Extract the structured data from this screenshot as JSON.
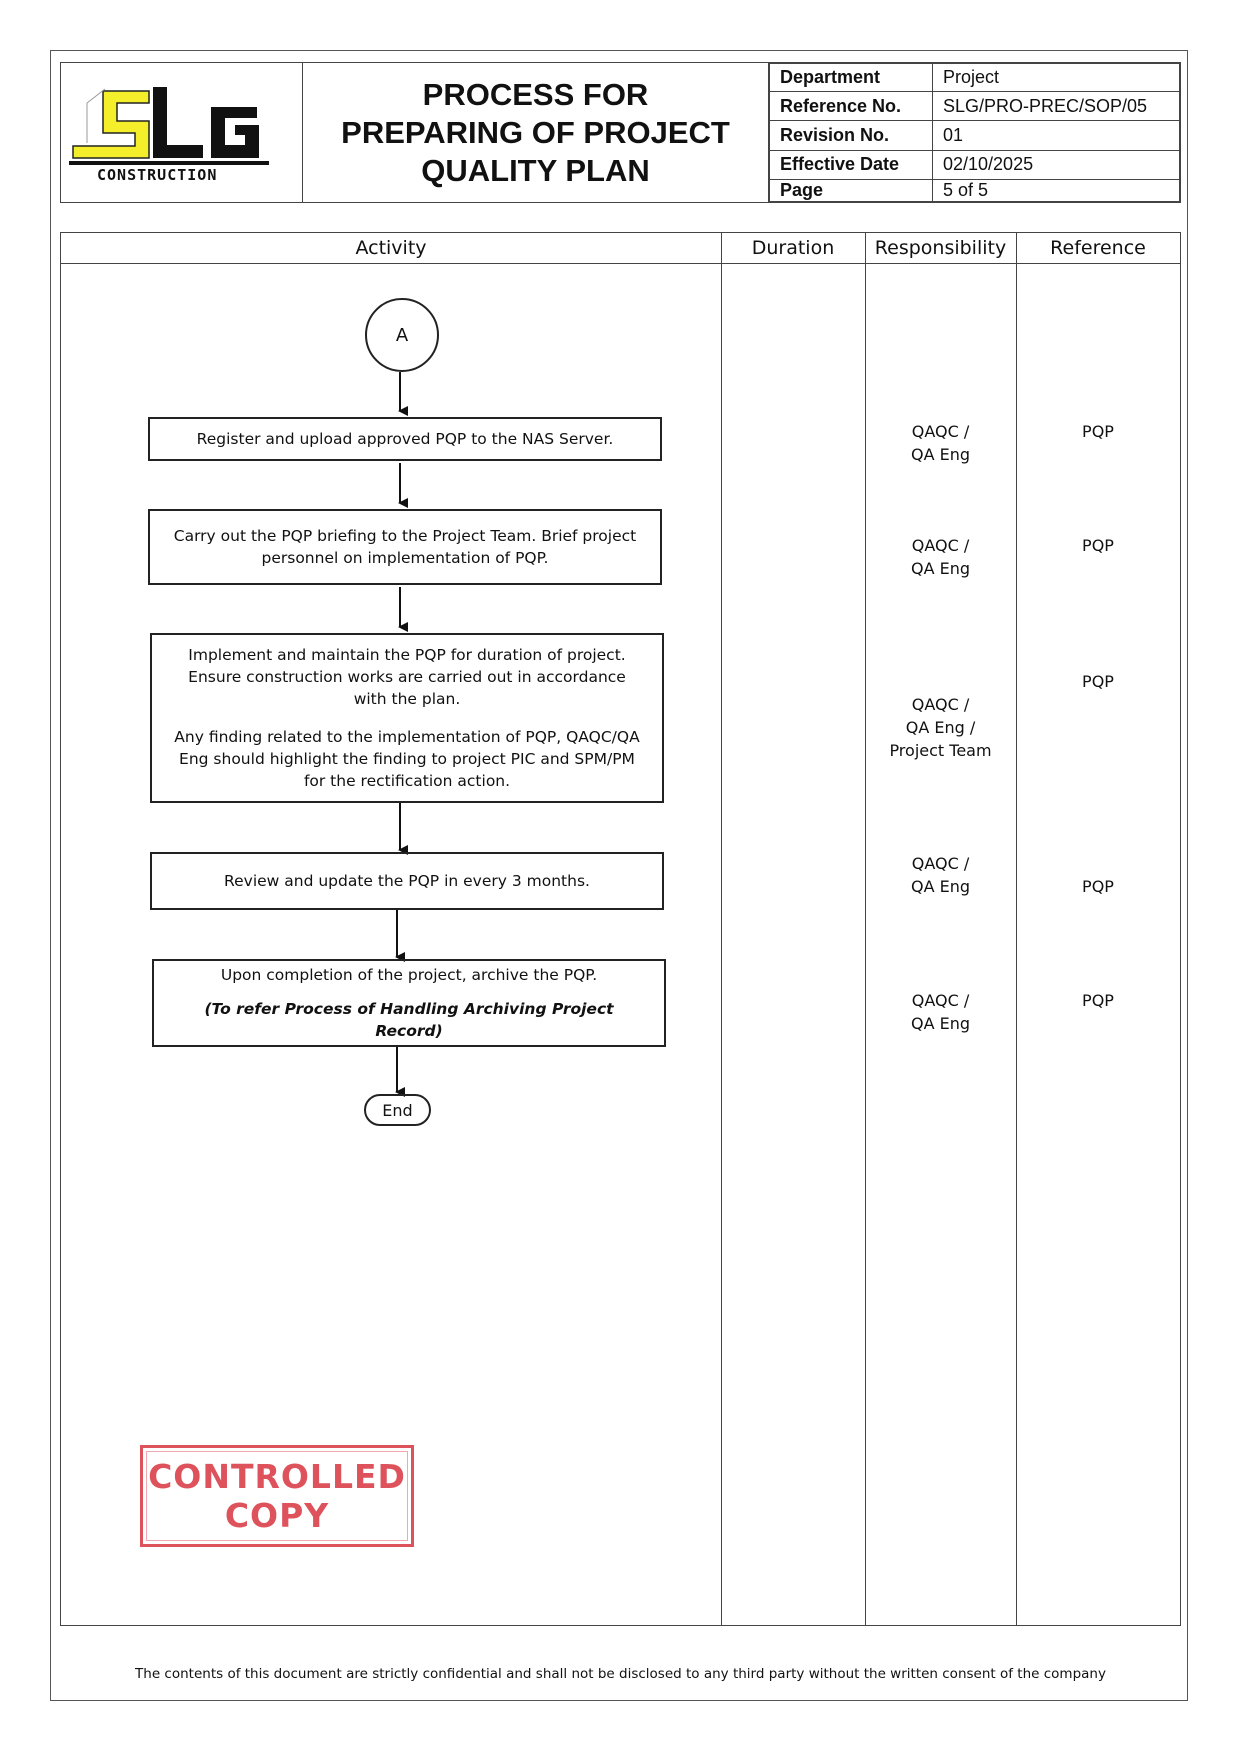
{
  "header": {
    "logo_text": "CONSTRUCTION",
    "logo_letters": "SLG",
    "title_lines": [
      "PROCESS FOR",
      "PREPARING OF PROJECT",
      "QUALITY PLAN"
    ],
    "meta": [
      {
        "label": "Department",
        "value": "Project"
      },
      {
        "label": "Reference No.",
        "value": "SLG/PRO-PREC/SOP/05"
      },
      {
        "label": "Revision No.",
        "value": "01"
      },
      {
        "label": "Effective Date",
        "value": "02/10/2025"
      },
      {
        "label": "Page",
        "value": "5 of 5"
      }
    ]
  },
  "columns": {
    "activity": "Activity",
    "duration": "Duration",
    "responsibility": "Responsibility",
    "reference": "Reference"
  },
  "flow": {
    "connector": "A",
    "steps": [
      {
        "text": "Register and upload approved PQP to the NAS Server.",
        "responsibility": "QAQC /\nQA Eng",
        "reference": "PQP"
      },
      {
        "text": "Carry out the PQP briefing to the Project Team. Brief project personnel on implementation of PQP.",
        "responsibility": "QAQC /\nQA Eng",
        "reference": "PQP"
      },
      {
        "text": "Implement and maintain the PQP for duration of project. Ensure construction works are carried out in accordance with the plan.",
        "text2": "Any finding related to the implementation of PQP, QAQC/QA Eng should highlight the finding to project PIC and SPM/PM for the rectification action.",
        "responsibility": "QAQC /\nQA Eng /\nProject Team",
        "reference": "PQP"
      },
      {
        "text": "Review and update the PQP in every 3 months.",
        "responsibility": "QAQC /\nQA Eng",
        "reference": "PQP"
      },
      {
        "text": "Upon completion of the project, archive the PQP.",
        "note": "(To refer Process of Handling Archiving Project Record)",
        "responsibility": "QAQC /\nQA Eng",
        "reference": "PQP"
      }
    ],
    "end": "End"
  },
  "stamp": {
    "line1": "CONTROLLED",
    "line2": "COPY"
  },
  "footer": "The contents of this document are strictly confidential and shall not be disclosed to any third party without the written consent of the company",
  "colors": {
    "logo_yellow": "#f5ee2a",
    "stamp_red": "#d9343f"
  }
}
